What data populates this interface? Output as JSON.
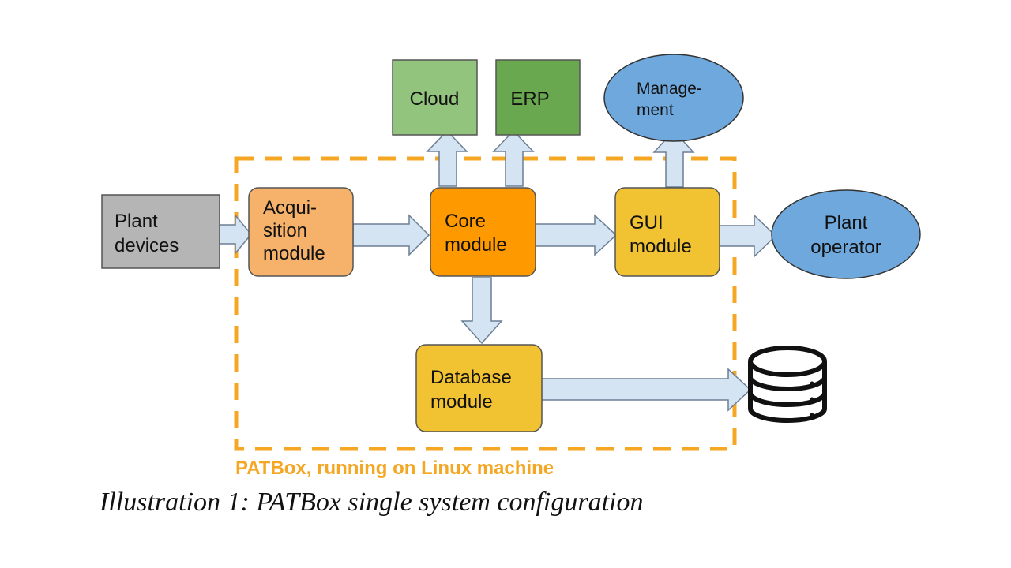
{
  "caption": "Illustration 1: PATBox single system configuration",
  "boundary_label": "PATBox, running on Linux machine",
  "colors": {
    "boundary": "#f5a623",
    "arrow_fill": "#d5e4f3",
    "arrow_stroke": "#6b7f95",
    "plant_devices": "#b5b5b5",
    "acquisition": "#f6b26b",
    "core": "#ff9900",
    "gui": "#f1c232",
    "database": "#f1c232",
    "cloud": "#93c47d",
    "erp": "#6aa84f",
    "ellipse": "#6fa8dc"
  },
  "nodes": {
    "plant_devices": [
      "Plant",
      "devices"
    ],
    "acquisition": [
      "Acqui-",
      "sition",
      "module"
    ],
    "core": [
      "Core",
      "module"
    ],
    "gui": [
      "GUI",
      "module"
    ],
    "database": [
      "Database",
      "module"
    ],
    "cloud": [
      "Cloud"
    ],
    "erp": [
      "ERP"
    ],
    "management": [
      "Manage-",
      "ment"
    ],
    "plant_operator": [
      "Plant",
      "operator"
    ]
  },
  "storage_icon": "database-cylinder-icon"
}
